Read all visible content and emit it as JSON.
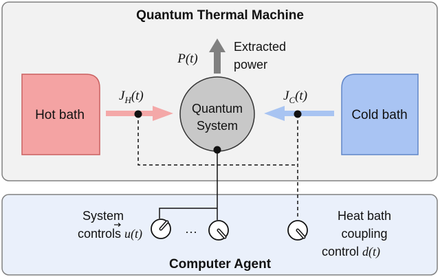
{
  "machine": {
    "title": "Quantum Thermal Machine",
    "colors": {
      "panel_fill": "#f2f2f2",
      "panel_stroke": "#808080"
    }
  },
  "hot_bath": {
    "label": "Hot bath",
    "fill": "#f4a3a3",
    "stroke": "#c96060"
  },
  "cold_bath": {
    "label": "Cold bath",
    "fill": "#a9c4f3",
    "stroke": "#5f85c8"
  },
  "system": {
    "label_line1": "Quantum",
    "label_line2": "System",
    "fill": "#c8c8c8"
  },
  "power": {
    "symbol": "P(t)",
    "label_line1": "Extracted",
    "label_line2": "power",
    "arrow_color": "#808080"
  },
  "hot_flow": {
    "symbol": "J",
    "subscript": "H",
    "arg": "(t)",
    "arrow_color": "#f4a8a8"
  },
  "cold_flow": {
    "symbol": "J",
    "subscript": "C",
    "arg": "(t)",
    "arrow_color": "#a8c4f2"
  },
  "agent": {
    "title": "Computer Agent",
    "colors": {
      "panel_fill": "#eaf0fb",
      "panel_stroke": "#808080"
    },
    "system_controls": {
      "line1": "System",
      "line2_prefix": "controls ",
      "symbol": "u(t)"
    },
    "ellipsis": "···",
    "coupling_control": {
      "line1": "Heat bath",
      "line2": "coupling",
      "line3_prefix": "control ",
      "symbol": "d(t)"
    }
  }
}
